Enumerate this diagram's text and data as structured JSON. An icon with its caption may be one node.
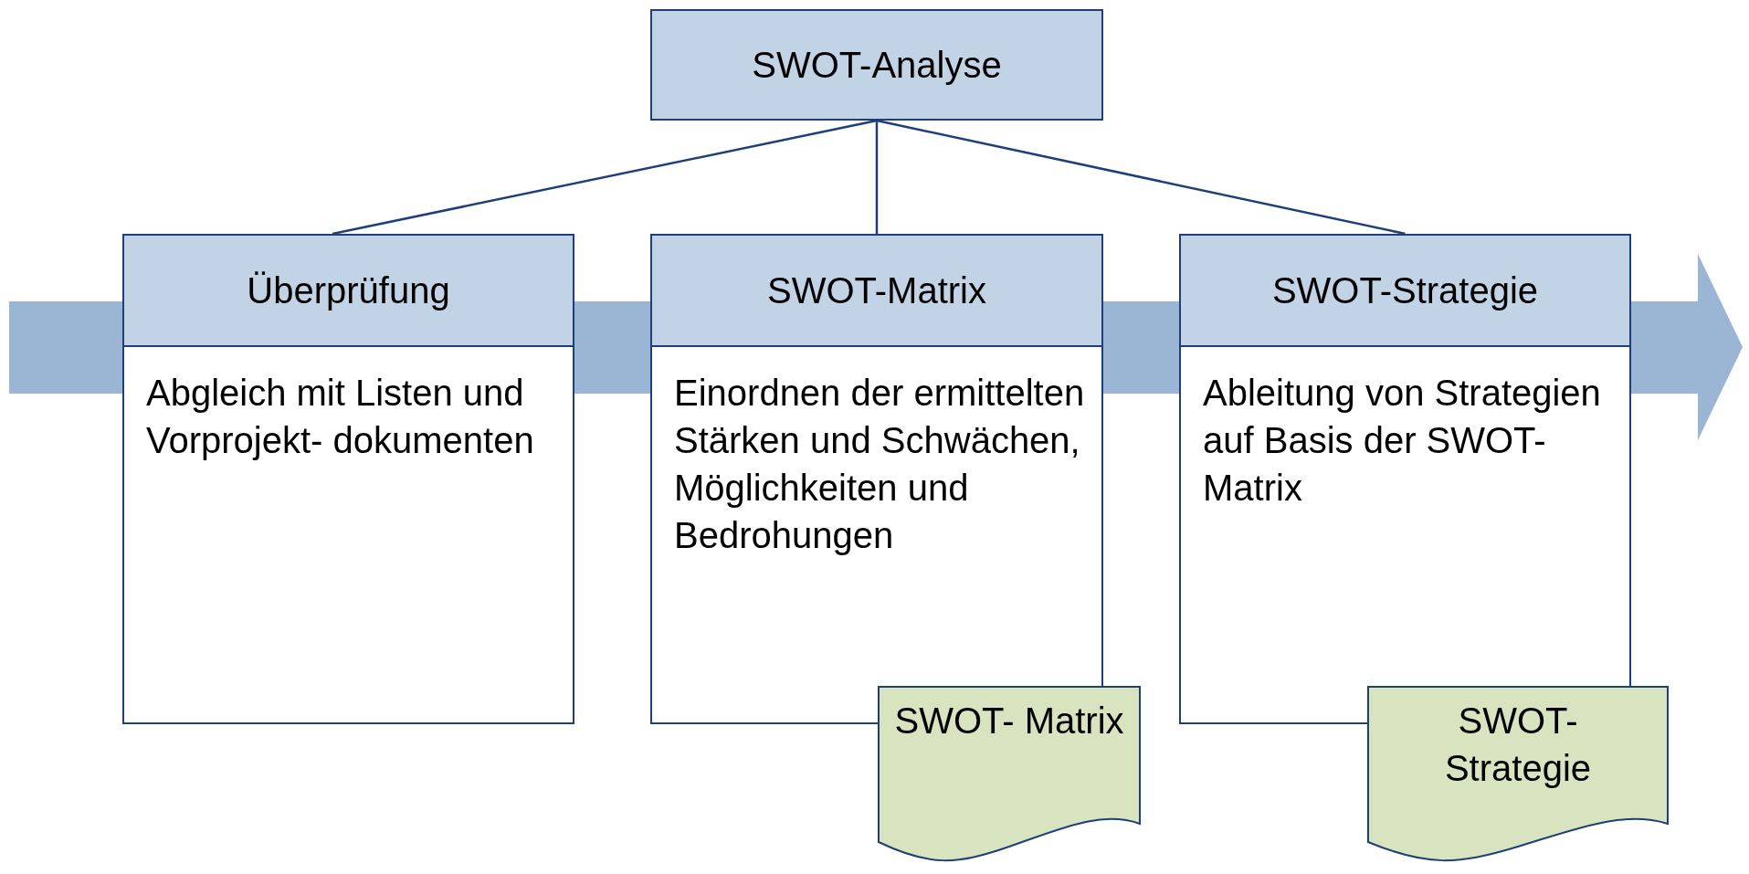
{
  "diagram": {
    "nodes": [
      {
        "text": [
          "SWOT-Analyse"
        ]
      },
      {
        "text": [
          "Überprüfung",
          "Abgleich mit Listen und Vorprojekt- dokumenten"
        ]
      },
      {
        "text": [
          "SWOT-Matrix",
          "Einordnen der ermittelten Stärken und Schwächen, Möglichkeiten und Bedrohungen"
        ]
      },
      {
        "text": [
          "SWOT-Strategie",
          "Ableitung von Strategien auf Basis der SWOT- Matrix"
        ]
      },
      {
        "text": [
          "SWOT- Matrix"
        ]
      },
      {
        "text": [
          "SWOT- Strategie"
        ]
      }
    ],
    "edges": [
      {
        "from": 0,
        "to": 1,
        "arrow": "none"
      },
      {
        "from": 0,
        "to": 2,
        "arrow": "none"
      },
      {
        "from": 0,
        "to": 3,
        "arrow": "none"
      }
    ]
  }
}
